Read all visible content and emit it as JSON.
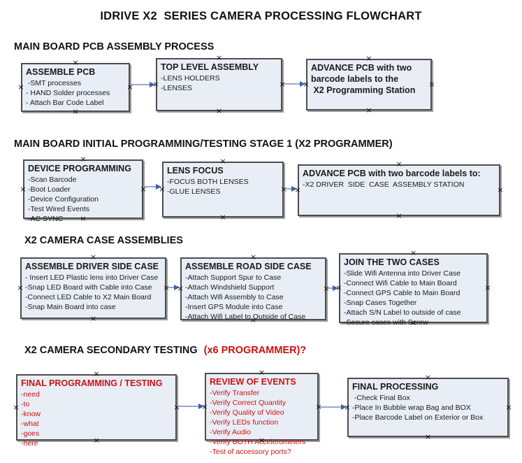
{
  "title": "IDRIVE X2  SERIES CAMERA PROCESSING FLOWCHART",
  "colors": {
    "accent-red": "#cc1111",
    "box-fill": "#e9eef6",
    "box-border": "#4d4d4d",
    "arrow-line": "#98a9c6",
    "arrow-head": "#3c5fa8"
  },
  "sections": [
    {
      "heading": "MAIN BOARD PCB ASSEMBLY PROCESS",
      "boxes": [
        {
          "title": "ASSEMBLE PCB",
          "items": [
            " -SMT processes",
            "- HAND Solder processes",
            "- Attach Bar Code Label"
          ]
        },
        {
          "title": "TOP LEVEL ASSEMBLY",
          "items": [
            "-LENS HOLDERS",
            "-LENSES"
          ]
        },
        {
          "title": "ADVANCE PCB with two\nbarcode labels to the\n X2 Programming Station",
          "items": []
        }
      ]
    },
    {
      "heading": "MAIN BOARD INITIAL PROGRAMMING/TESTING STAGE 1 (X2 PROGRAMMER)",
      "boxes": [
        {
          "title": "DEVICE PROGRAMMING",
          "items": [
            "-Scan Barcode",
            "-Boot Loader",
            "-Device Configuration",
            "-Test Wired Events",
            "-AC SYNC"
          ]
        },
        {
          "title": "LENS FOCUS",
          "items": [
            "-FOCUS BOTH LENSES",
            "-GLUE LENSES"
          ]
        },
        {
          "title": "ADVANCE PCB with two barcode labels to:",
          "items": [
            "-X2 DRIVER  SIDE  CASE  ASSEMBLY STATION"
          ]
        }
      ]
    },
    {
      "heading": "X2 CAMERA CASE ASSEMBLIES",
      "boxes": [
        {
          "title": "ASSEMBLE DRIVER SIDE CASE",
          "items": [
            "- Insert LED Plastic lens into Driver Case",
            "-Snap LED Board with Cable into Case",
            "-Connect LED Cable to X2 Main Board",
            "-Snap Main Board into case"
          ]
        },
        {
          "title": "ASSEMBLE ROAD SIDE CASE",
          "items": [
            "-Attach Support Spur to Case",
            "-Attach Windshield Support",
            "-Attach Wifi Assembly to Case",
            "-Insert GPS Module into Case",
            "-Attach Wifi Label to Outside of Case"
          ]
        },
        {
          "title": "JOIN THE TWO CASES",
          "items": [
            "-Slide Wifi Antenna into Driver Case",
            "-Connect Wifi Cable to Main Board",
            "-Connect GPS Cable to Main Board",
            "-Snap Cases Together",
            "-Attach S/N Label to outside of case",
            "-Secure cases with Screw"
          ]
        }
      ]
    },
    {
      "heading": "X2 CAMERA SECONDARY TESTING",
      "heading_note": "(x6 PROGRAMMER)?",
      "boxes": [
        {
          "title": "FINAL PROGRAMMING / TESTING",
          "items": [
            "-need",
            "-to",
            "-know",
            "-what",
            "-goes",
            "-here"
          ]
        },
        {
          "title": "REVIEW OF EVENTS",
          "items": [
            "-Verify Transfer",
            "-Verify Correct Quantity",
            "-Verify Quality of Video",
            "-Verify LEDs function",
            "-Verify Audio",
            "-Verify BOTH Accelerometers",
            "-Test of accessory ports?"
          ]
        },
        {
          "title": "FINAL PROCESSING",
          "items": [
            " -Check Final Box",
            "-Place In Bubble wrap Bag and BOX",
            "-Place Barcode Label on Exterior or Box"
          ]
        }
      ]
    }
  ]
}
